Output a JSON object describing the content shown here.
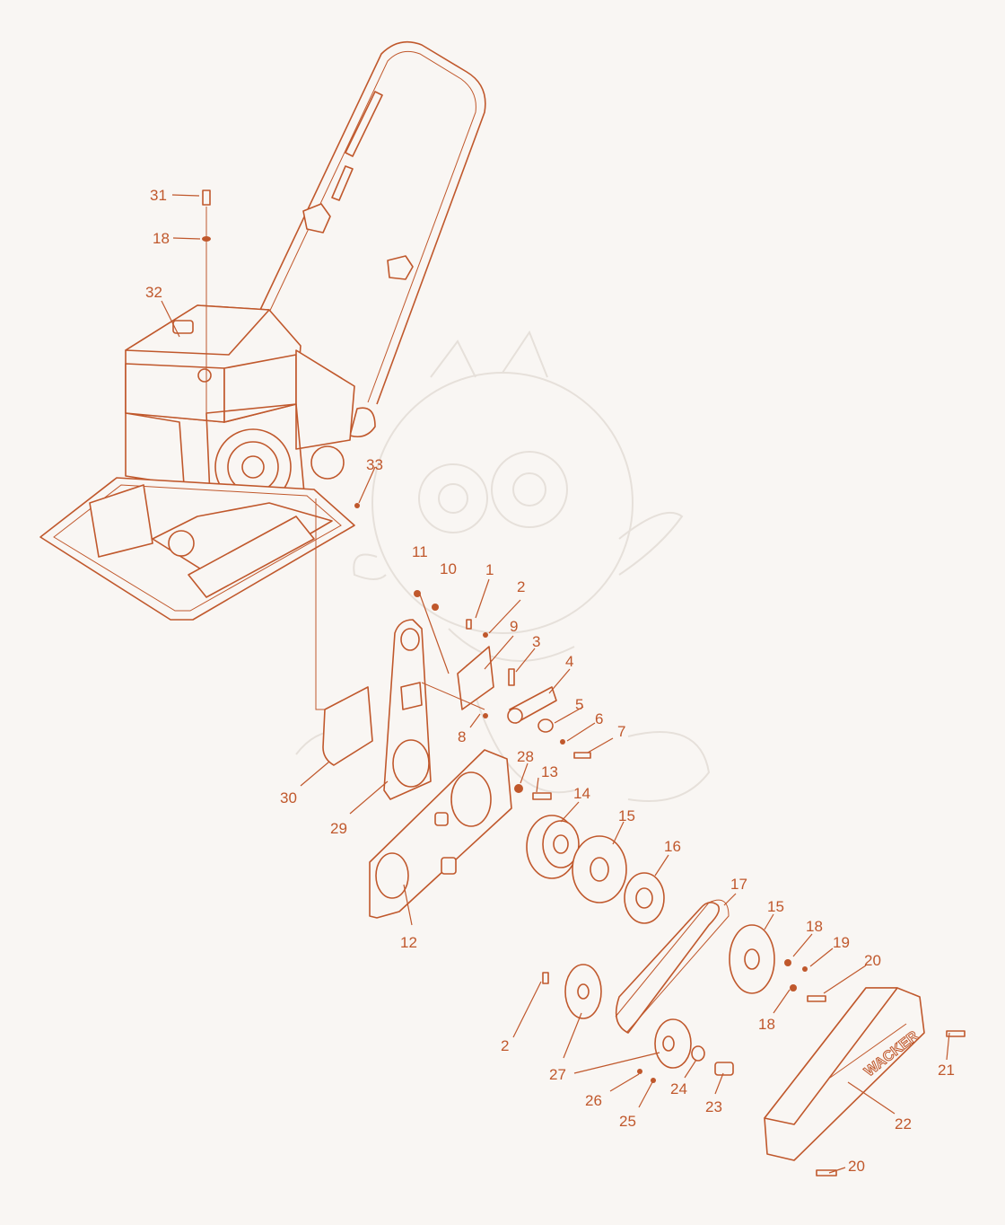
{
  "diagram": {
    "brand_text": "WACKER",
    "callouts": [
      {
        "id": "c31",
        "text": "31"
      },
      {
        "id": "c18a",
        "text": "18"
      },
      {
        "id": "c32",
        "text": "32"
      },
      {
        "id": "c33",
        "text": "33"
      },
      {
        "id": "c11",
        "text": "11"
      },
      {
        "id": "c10",
        "text": "10"
      },
      {
        "id": "c1",
        "text": "1"
      },
      {
        "id": "c2a",
        "text": "2"
      },
      {
        "id": "c9",
        "text": "9"
      },
      {
        "id": "c3",
        "text": "3"
      },
      {
        "id": "c4",
        "text": "4"
      },
      {
        "id": "c5",
        "text": "5"
      },
      {
        "id": "c6",
        "text": "6"
      },
      {
        "id": "c7",
        "text": "7"
      },
      {
        "id": "c8",
        "text": "8"
      },
      {
        "id": "c28",
        "text": "28"
      },
      {
        "id": "c13",
        "text": "13"
      },
      {
        "id": "c14",
        "text": "14"
      },
      {
        "id": "c15a",
        "text": "15"
      },
      {
        "id": "c16",
        "text": "16"
      },
      {
        "id": "c17",
        "text": "17"
      },
      {
        "id": "c15b",
        "text": "15"
      },
      {
        "id": "c18b",
        "text": "18"
      },
      {
        "id": "c19",
        "text": "19"
      },
      {
        "id": "c20a",
        "text": "20"
      },
      {
        "id": "c18c",
        "text": "18"
      },
      {
        "id": "c30",
        "text": "30"
      },
      {
        "id": "c29",
        "text": "29"
      },
      {
        "id": "c12",
        "text": "12"
      },
      {
        "id": "c2b",
        "text": "2"
      },
      {
        "id": "c27",
        "text": "27"
      },
      {
        "id": "c26",
        "text": "26"
      },
      {
        "id": "c25",
        "text": "25"
      },
      {
        "id": "c24",
        "text": "24"
      },
      {
        "id": "c23",
        "text": "23"
      },
      {
        "id": "c22",
        "text": "22"
      },
      {
        "id": "c21",
        "text": "21"
      },
      {
        "id": "c20b",
        "text": "20"
      }
    ]
  }
}
